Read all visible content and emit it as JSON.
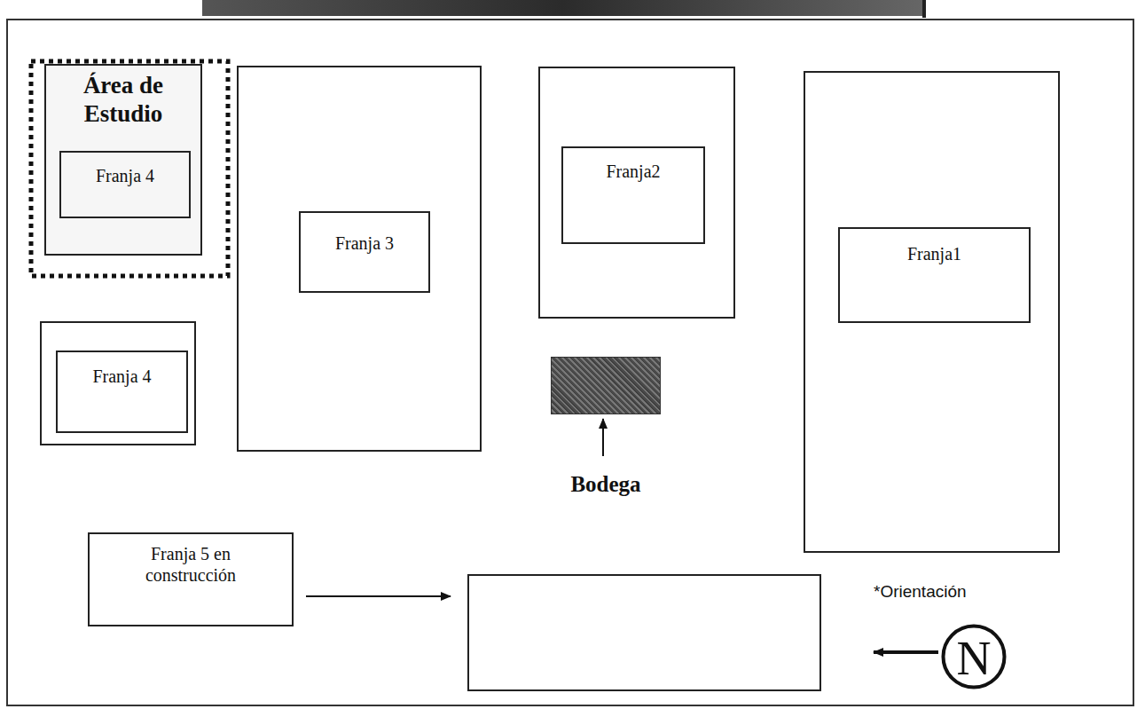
{
  "diagram": {
    "nodes": [
      {
        "text": [
          "Área de Estudio"
        ]
      },
      {
        "text": [
          "Franja 4"
        ],
        "in": 0
      },
      {
        "text": []
      },
      {
        "text": [
          "Franja 3"
        ],
        "in": 2
      },
      {
        "text": []
      },
      {
        "text": [
          "Franja2"
        ],
        "in": 4
      },
      {
        "text": []
      },
      {
        "text": [
          "Franja1"
        ],
        "in": 6
      },
      {
        "text": []
      },
      {
        "text": [
          "Franja 4"
        ],
        "in": 8
      },
      {
        "text": [
          "Bodega"
        ]
      },
      {
        "text": [
          "Franja 5 en construcción"
        ]
      },
      {
        "text": [
          "N"
        ]
      }
    ],
    "labels": [
      "*Orientación"
    ]
  }
}
